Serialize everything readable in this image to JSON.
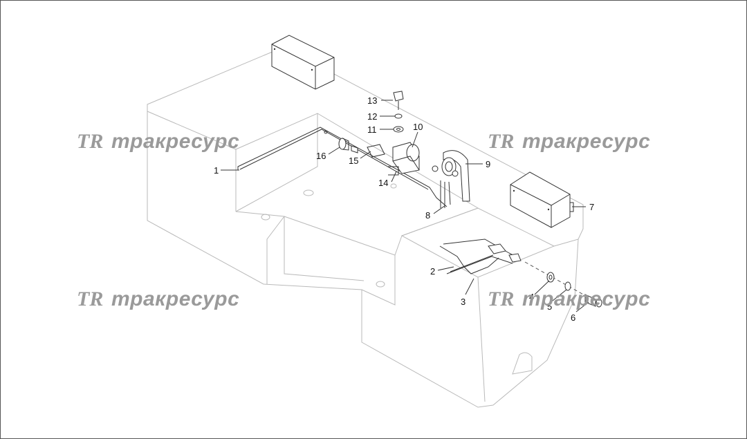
{
  "watermark": {
    "logo": "TR",
    "text": "тракресурс"
  },
  "callouts": [
    {
      "id": "1",
      "label": "1"
    },
    {
      "id": "2",
      "label": "2"
    },
    {
      "id": "3",
      "label": "3"
    },
    {
      "id": "4",
      "label": "4"
    },
    {
      "id": "5",
      "label": "5"
    },
    {
      "id": "6",
      "label": "6"
    },
    {
      "id": "7",
      "label": "7"
    },
    {
      "id": "8",
      "label": "8"
    },
    {
      "id": "9",
      "label": "9"
    },
    {
      "id": "10",
      "label": "10"
    },
    {
      "id": "11",
      "label": "11"
    },
    {
      "id": "12",
      "label": "12"
    },
    {
      "id": "13",
      "label": "13"
    },
    {
      "id": "14",
      "label": "14"
    },
    {
      "id": "15",
      "label": "15"
    },
    {
      "id": "16",
      "label": "16"
    }
  ]
}
